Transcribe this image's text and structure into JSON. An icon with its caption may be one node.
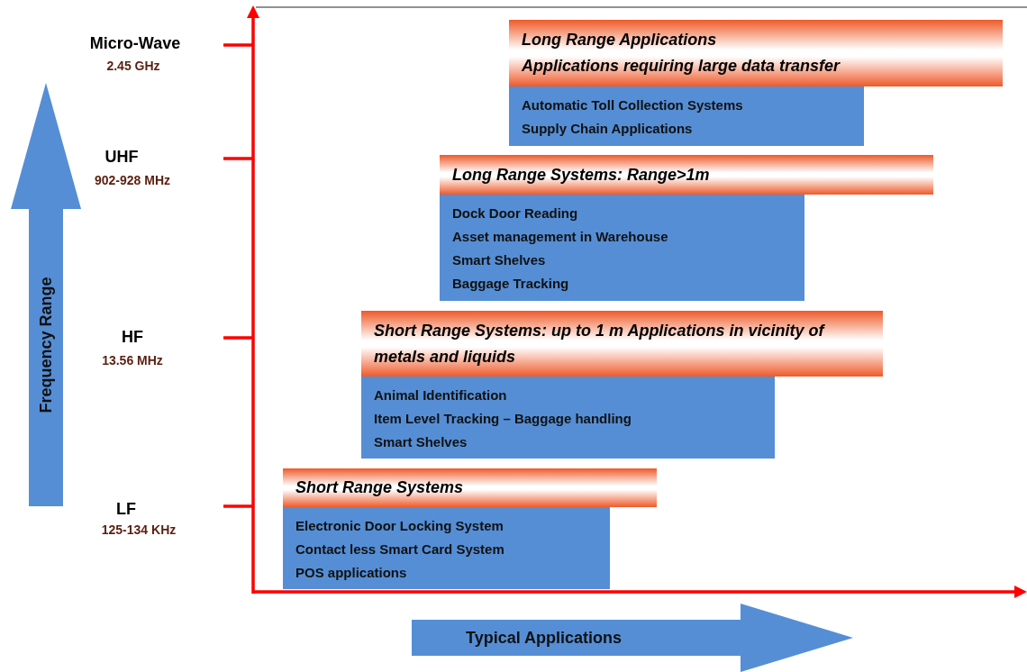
{
  "diagram": {
    "nodes": [
      {
        "text": [
          "Long Range Applications",
          "Applications requiring large data transfer"
        ]
      },
      {
        "text": [
          "Automatic Toll Collection Systems",
          "Supply Chain Applications"
        ]
      },
      {
        "text": [
          "Long Range Systems: Range>1m"
        ]
      },
      {
        "text": [
          "Dock Door Reading",
          "Asset management in Warehouse",
          "Smart Shelves",
          "Baggage Tracking"
        ]
      },
      {
        "text": [
          "Short Range Systems: up to 1 m Applications in vicinity of metals and liquids"
        ]
      },
      {
        "text": [
          "Animal Identification",
          "Item Level Tracking – Baggage handling",
          "Smart Shelves"
        ]
      },
      {
        "text": [
          "Short Range Systems"
        ]
      },
      {
        "text": [
          "Electronic Door Locking System",
          "Contact less Smart Card System",
          "POS applications"
        ]
      },
      {
        "text": [
          "Frequency Range"
        ]
      },
      {
        "text": [
          "Typical Applications"
        ]
      }
    ],
    "labels": [
      "Micro-Wave",
      "2.45 GHz",
      "UHF",
      "902-928 MHz",
      "HF",
      "13.56 MHz",
      "LF",
      "125-134 KHz"
    ]
  }
}
